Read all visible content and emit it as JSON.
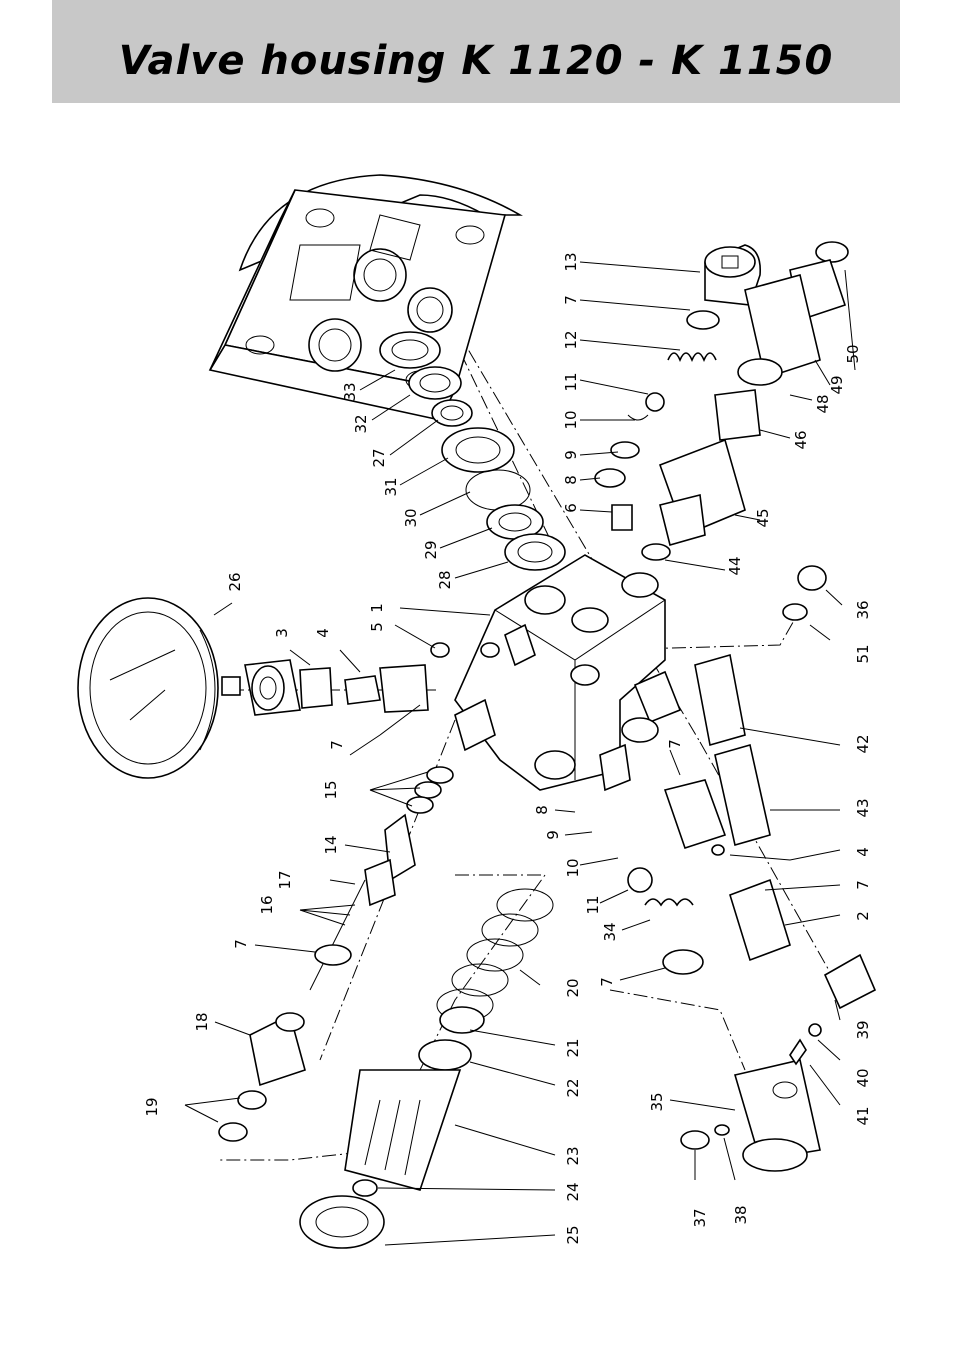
{
  "header": {
    "title": "Valve housing K 1120 - K 1150",
    "background_color": "#c8c8c8"
  },
  "labels": [
    {
      "id": "l13",
      "text": "13"
    },
    {
      "id": "l7a",
      "text": "7"
    },
    {
      "id": "l12",
      "text": "12"
    },
    {
      "id": "l11a",
      "text": "11"
    },
    {
      "id": "l10a",
      "text": "10"
    },
    {
      "id": "l9a",
      "text": "9"
    },
    {
      "id": "l8a",
      "text": "8"
    },
    {
      "id": "l6",
      "text": "6"
    },
    {
      "id": "l33",
      "text": "33"
    },
    {
      "id": "l32",
      "text": "32"
    },
    {
      "id": "l27",
      "text": "27"
    },
    {
      "id": "l31",
      "text": "31"
    },
    {
      "id": "l30",
      "text": "30"
    },
    {
      "id": "l29",
      "text": "29"
    },
    {
      "id": "l28",
      "text": "28"
    },
    {
      "id": "l50",
      "text": "50"
    },
    {
      "id": "l49",
      "text": "49"
    },
    {
      "id": "l48",
      "text": "48"
    },
    {
      "id": "l46",
      "text": "46"
    },
    {
      "id": "l45",
      "text": "45"
    },
    {
      "id": "l44",
      "text": "44"
    },
    {
      "id": "l26",
      "text": "26"
    },
    {
      "id": "l3",
      "text": "3"
    },
    {
      "id": "l4a",
      "text": "4"
    },
    {
      "id": "l5",
      "text": "5"
    },
    {
      "id": "l1",
      "text": "1"
    },
    {
      "id": "l36",
      "text": "36"
    },
    {
      "id": "l51",
      "text": "51"
    },
    {
      "id": "l7b",
      "text": "7"
    },
    {
      "id": "l42",
      "text": "42"
    },
    {
      "id": "l15",
      "text": "15"
    },
    {
      "id": "l7c",
      "text": "7"
    },
    {
      "id": "l8b",
      "text": "8"
    },
    {
      "id": "l43",
      "text": "43"
    },
    {
      "id": "l9b",
      "text": "9"
    },
    {
      "id": "l14",
      "text": "14"
    },
    {
      "id": "l4b",
      "text": "4"
    },
    {
      "id": "l10b",
      "text": "10"
    },
    {
      "id": "l17",
      "text": "17"
    },
    {
      "id": "l7d",
      "text": "7"
    },
    {
      "id": "l16",
      "text": "16"
    },
    {
      "id": "l11b",
      "text": "11"
    },
    {
      "id": "l2",
      "text": "2"
    },
    {
      "id": "l34",
      "text": "34"
    },
    {
      "id": "l7e",
      "text": "7"
    },
    {
      "id": "l7f",
      "text": "7"
    },
    {
      "id": "l20",
      "text": "20"
    },
    {
      "id": "l18",
      "text": "18"
    },
    {
      "id": "l39",
      "text": "39"
    },
    {
      "id": "l21",
      "text": "21"
    },
    {
      "id": "l40",
      "text": "40"
    },
    {
      "id": "l22",
      "text": "22"
    },
    {
      "id": "l19",
      "text": "19"
    },
    {
      "id": "l35",
      "text": "35"
    },
    {
      "id": "l41",
      "text": "41"
    },
    {
      "id": "l23",
      "text": "23"
    },
    {
      "id": "l24",
      "text": "24"
    },
    {
      "id": "l37",
      "text": "37"
    },
    {
      "id": "l38",
      "text": "38"
    },
    {
      "id": "l25",
      "text": "25"
    }
  ]
}
